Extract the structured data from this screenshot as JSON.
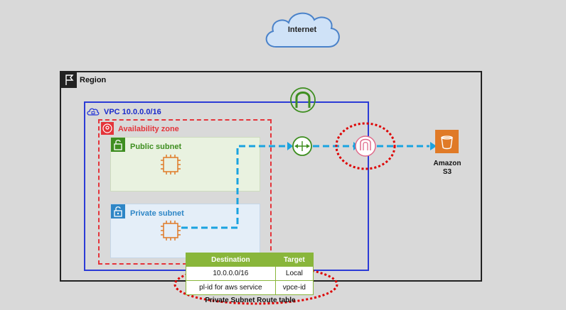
{
  "internet": {
    "label": "Internet"
  },
  "region": {
    "label": "Region"
  },
  "vpc": {
    "label": "VPC  10.0.0.0/16"
  },
  "availability_zone": {
    "label": "Availability zone"
  },
  "public_subnet": {
    "label": "Public subnet"
  },
  "private_subnet": {
    "label": "Private subnet"
  },
  "s3": {
    "label_line1": "Amazon",
    "label_line2": "S3"
  },
  "route_table": {
    "headers": [
      "Destination",
      "Target"
    ],
    "rows": [
      [
        "10.0.0.0/16",
        "Local"
      ],
      [
        "pl-id for aws service",
        "vpce-id"
      ]
    ],
    "caption": "Private Subnet Route table"
  },
  "colors": {
    "region_border": "#222222",
    "vpc_border": "#2b3bd6",
    "az_border": "#e4343a",
    "public_subnet": "#3e8e20",
    "private_subnet": "#2e86c6",
    "flow_arrow": "#1aa3e0",
    "highlight_circle": "#dd0000",
    "s3": "#e07a27",
    "table_header": "#89b63b"
  }
}
